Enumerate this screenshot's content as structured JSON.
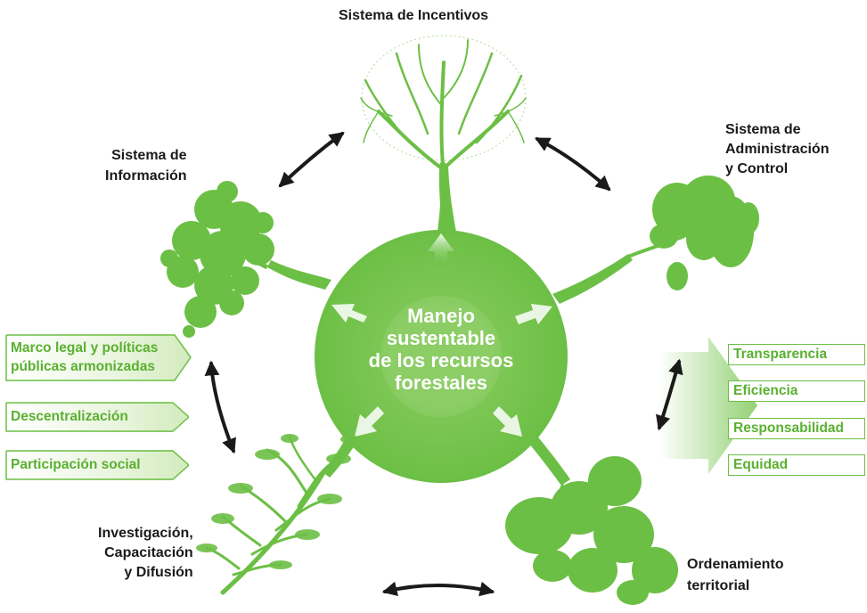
{
  "center": {
    "lines": [
      "Manejo",
      "sustentable",
      "de los recursos",
      "forestales"
    ]
  },
  "nodes": {
    "incentivos": {
      "lines": [
        "Sistema de Incentivos"
      ]
    },
    "administracion": {
      "lines": [
        "Sistema de",
        "Administración",
        "y Control"
      ]
    },
    "informacion": {
      "lines": [
        "Sistema de",
        "Información"
      ]
    },
    "investigacion": {
      "lines": [
        "Investigación,",
        "Capacitación",
        "y Difusión"
      ]
    },
    "ordenamiento": {
      "lines": [
        "Ordenamiento",
        "territorial"
      ]
    }
  },
  "left_boxes": [
    {
      "lines": [
        "Marco legal y políticas",
        "públicas armonizadas"
      ]
    },
    {
      "lines": [
        "Descentralización"
      ]
    },
    {
      "lines": [
        "Participación social"
      ]
    }
  ],
  "right_boxes": [
    {
      "label": "Transparencia"
    },
    {
      "label": "Eficiencia"
    },
    {
      "label": "Responsabilidad"
    },
    {
      "label": "Equidad"
    }
  ],
  "colors": {
    "green": "#6cbf45",
    "text_green": "#5ab030",
    "arrow": "#1a1a1a"
  }
}
